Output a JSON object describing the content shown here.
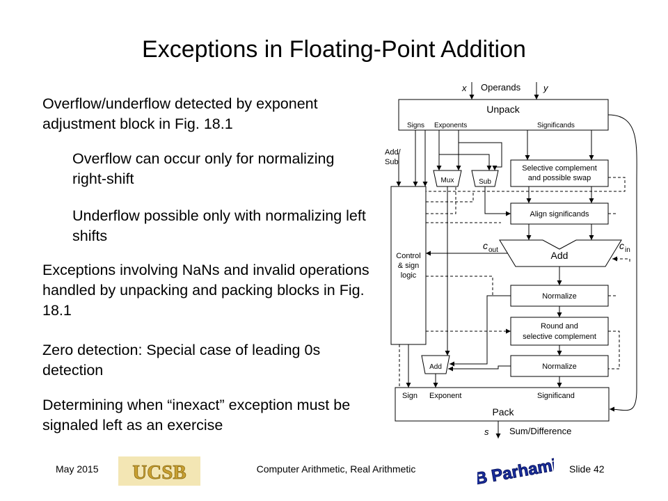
{
  "slide": {
    "title": "Exceptions in Floating-Point Addition",
    "bullets": [
      {
        "level": 1,
        "text": "Overflow/underflow detected by exponent adjustment block in Fig. 18.1"
      },
      {
        "level": 2,
        "text": "Overflow can occur only for normalizing right-shift"
      },
      {
        "level": 2,
        "text": "Underflow possible only with normalizing left shifts"
      },
      {
        "level": 1,
        "text": "Exceptions involving NaNs and invalid operations handled by unpacking and packing blocks in Fig. 18.1"
      },
      {
        "level": 1,
        "text": "Zero detection: Special case of leading 0s detection"
      },
      {
        "level": 1,
        "text": "Determining when “inexact” exception must be signaled left as an exercise"
      }
    ]
  },
  "diagram": {
    "x": "x",
    "operands": "Operands",
    "y": "y",
    "unpack": "Unpack",
    "signs": "Signs",
    "exponents": "Exponents",
    "significands": "Significands",
    "add_sub_1": "Add/",
    "add_sub_2": "Sub",
    "mux": "Mux",
    "sub": "Sub",
    "selective_1": "Selective complement",
    "selective_2": "and possible swap",
    "align": "Align significands",
    "c_letter": "c",
    "cout_sub": "out",
    "cin_sub": "in",
    "add": "Add",
    "control_1": "Control",
    "control_2": "& sign",
    "control_3": "logic",
    "normalize": "Normalize",
    "round_1": "Round and",
    "round_2": "selective complement",
    "add_small": "Add",
    "normalize2": "Normalize",
    "sign": "Sign",
    "exponent": "Exponent",
    "significand": "Significand",
    "pack": "Pack",
    "s": "s",
    "sum_difference": "Sum/Difference"
  },
  "footer": {
    "date": "May 2015",
    "course": "Computer Arithmetic, Real Arithmetic",
    "slide": "Slide 42"
  },
  "logos": {
    "ucsb": "UCSB",
    "parhami": "B Parhami"
  },
  "colors": {
    "ucsb_gold": "#c8a032",
    "parhami_blue": "#1a2fa0"
  }
}
